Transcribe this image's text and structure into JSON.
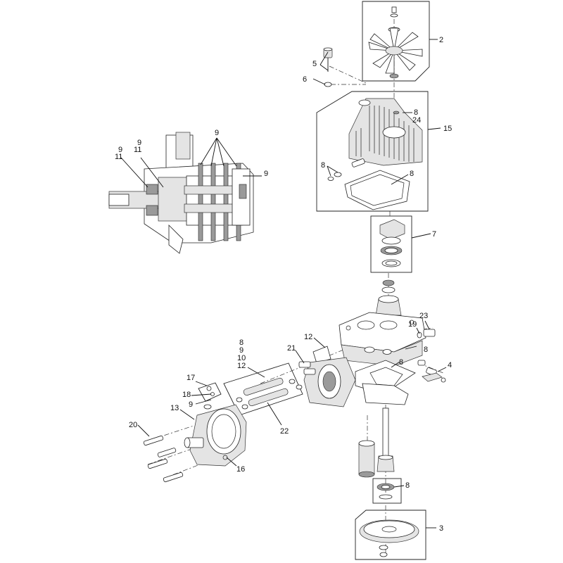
{
  "callouts": {
    "c1": "2",
    "c2": "5",
    "c3": "6",
    "c4": "8",
    "c5": "24",
    "c6": "15",
    "c7": "8",
    "c8": "8",
    "c9": "7",
    "c10": "9",
    "c11": "9",
    "c12": "11",
    "c13": "9",
    "c14": "11",
    "c15": "9",
    "c16": "23",
    "c17": "19",
    "c18": "12",
    "c19": "8",
    "c20": "9",
    "c21": "10",
    "c22": "12",
    "c23": "21",
    "c24": "8",
    "c25": "8",
    "c26": "4",
    "c27": "17",
    "c28": "18",
    "c29": "9",
    "c30": "13",
    "c31": "20",
    "c32": "22",
    "c33": "16",
    "c34": "8",
    "c35": "3"
  }
}
